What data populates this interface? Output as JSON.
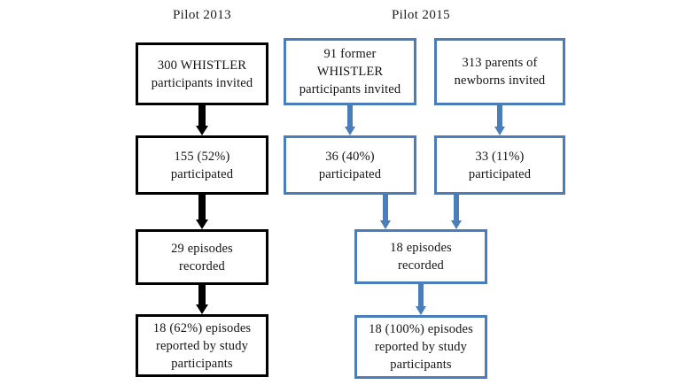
{
  "figure": {
    "type": "flowchart",
    "title": "",
    "columns": [
      {
        "id": "pilot-2013",
        "label": "Pilot  2013",
        "color": "#000000"
      },
      {
        "id": "pilot-2015",
        "label": "Pilot  2015",
        "color": "#4A7EBB"
      }
    ],
    "colors": {
      "black": "#000000",
      "blue": "#4A7EBB",
      "text": "#141414",
      "background": "#FFFFFF"
    },
    "nodes": [
      {
        "id": "p13-invited",
        "column": "pilot-2013",
        "color": "black",
        "text": "300 WHISTLER\nparticipants  invited"
      },
      {
        "id": "p13-participated",
        "column": "pilot-2013",
        "color": "black",
        "text": "155 (52%)\nparticipated"
      },
      {
        "id": "p13-recorded",
        "column": "pilot-2013",
        "color": "black",
        "text": "29 episodes\nrecorded"
      },
      {
        "id": "p13-reported",
        "column": "pilot-2013",
        "color": "black",
        "text": "18 (62%) episodes\nreported by study\nparticipants"
      },
      {
        "id": "p15a-invited",
        "column": "pilot-2015",
        "color": "blue",
        "text": "91 former\nWHISTLER\nparticipants  invited"
      },
      {
        "id": "p15a-participated",
        "column": "pilot-2015",
        "color": "blue",
        "text": "36 (40%)\nparticipated"
      },
      {
        "id": "p15b-invited",
        "column": "pilot-2015",
        "color": "blue",
        "text": "313 parents of\nnewborns invited"
      },
      {
        "id": "p15b-participated",
        "column": "pilot-2015",
        "color": "blue",
        "text": "33 (11%)\nparticipated"
      },
      {
        "id": "p15-recorded",
        "column": "pilot-2015",
        "color": "blue",
        "text": "18 episodes\nrecorded"
      },
      {
        "id": "p15-reported",
        "column": "pilot-2015",
        "color": "blue",
        "text": "18 (100%) episodes\nreported by study\nparticipants"
      }
    ],
    "edges": [
      {
        "id": "e1",
        "from": "p13-invited",
        "to": "p13-participated",
        "color": "black"
      },
      {
        "id": "e2",
        "from": "p13-participated",
        "to": "p13-recorded",
        "color": "black"
      },
      {
        "id": "e3",
        "from": "p13-recorded",
        "to": "p13-reported",
        "color": "black"
      },
      {
        "id": "e4",
        "from": "p15a-invited",
        "to": "p15a-participated",
        "color": "blue"
      },
      {
        "id": "e5",
        "from": "p15b-invited",
        "to": "p15b-participated",
        "color": "blue"
      },
      {
        "id": "e6",
        "from": "p15a-participated",
        "to": "p15-recorded",
        "color": "blue"
      },
      {
        "id": "e7",
        "from": "p15b-participated",
        "to": "p15-recorded",
        "color": "blue"
      },
      {
        "id": "e8",
        "from": "p15-recorded",
        "to": "p15-reported",
        "color": "blue"
      }
    ]
  }
}
